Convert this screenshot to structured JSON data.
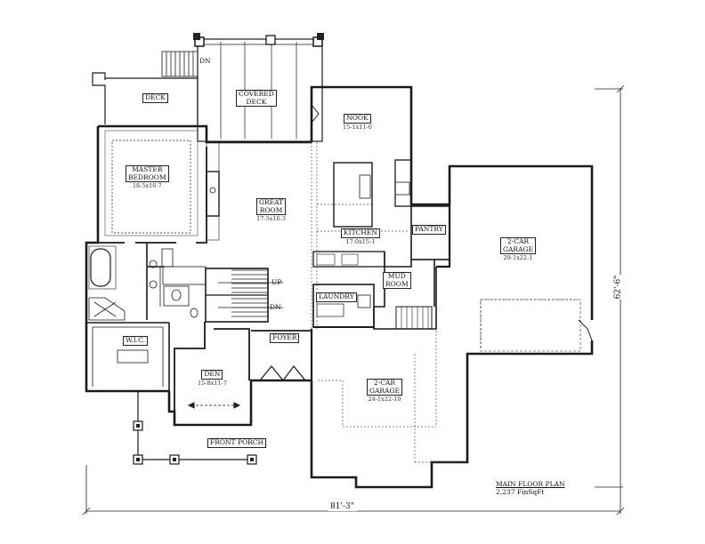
{
  "plan": {
    "title": "MAIN FLOOR PLAN",
    "area": "2,237 FinSqFt",
    "overall_width": "81'-3\"",
    "overall_depth": "62'-6\""
  },
  "rooms": {
    "deck": {
      "name": "DECK"
    },
    "covered_deck": {
      "name": "COVERED\nDECK"
    },
    "nook": {
      "name": "NOOK",
      "dim": "15-1x11-0"
    },
    "master_bedroom": {
      "name": "MASTER\nBEDROOM",
      "dim": "18-5x16-7"
    },
    "great_room": {
      "name": "GREAT\nROOM",
      "dim": "17-5x16-3"
    },
    "kitchen": {
      "name": "KITCHEN",
      "dim": "17-0x15-1"
    },
    "pantry": {
      "name": "PANTRY"
    },
    "garage_large": {
      "name": "2-CAR\nGARAGE",
      "dim": "29-1x22-1"
    },
    "mud_room": {
      "name": "MUD\nROOM"
    },
    "laundry": {
      "name": "LAUNDRY"
    },
    "wic": {
      "name": "W.I.C."
    },
    "foyer": {
      "name": "FOYER"
    },
    "den": {
      "name": "DEN",
      "dim": "15-8x11-7"
    },
    "garage_small": {
      "name": "2-CAR\nGARAGE",
      "dim": "24-1x22-10"
    },
    "front_porch": {
      "name": "FRONT PORCH"
    }
  },
  "stairs": {
    "top_dn": "DN",
    "up": "UP",
    "dn": "DN"
  },
  "colors": {
    "wall": "#1a1a1a",
    "thin": "#333333",
    "dashed": "#555555",
    "background": "#ffffff"
  }
}
